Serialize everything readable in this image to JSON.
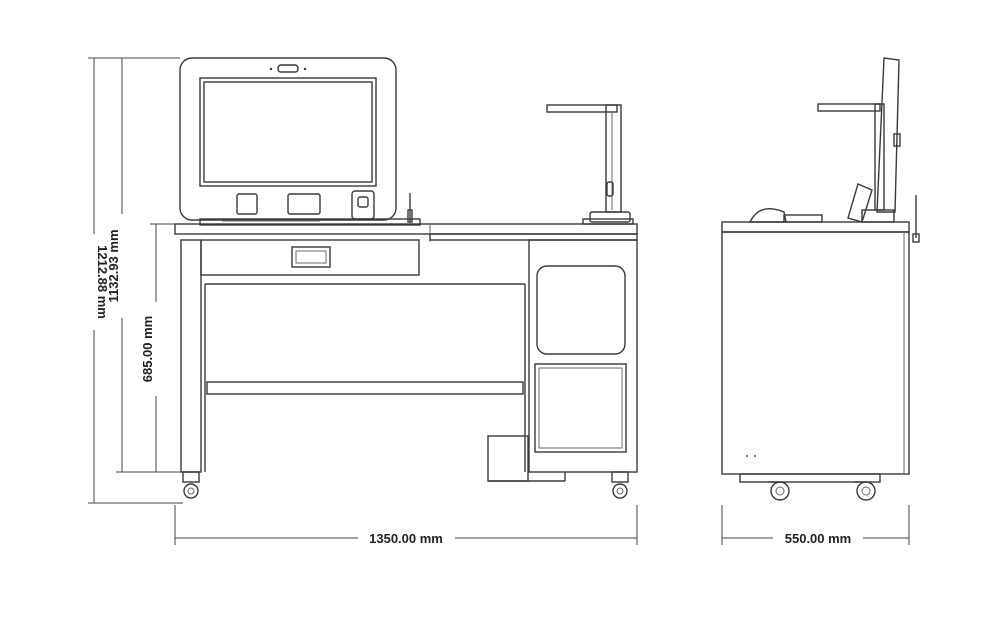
{
  "dimensions": {
    "overall_width": "1350.00 mm",
    "depth": "550.00 mm",
    "total_height": "1212.88 mm",
    "monitor_top_height": "1132.93 mm",
    "desk_height": "685.00 mm"
  },
  "colors": {
    "line": "#3a3a3a",
    "background": "#ffffff"
  }
}
